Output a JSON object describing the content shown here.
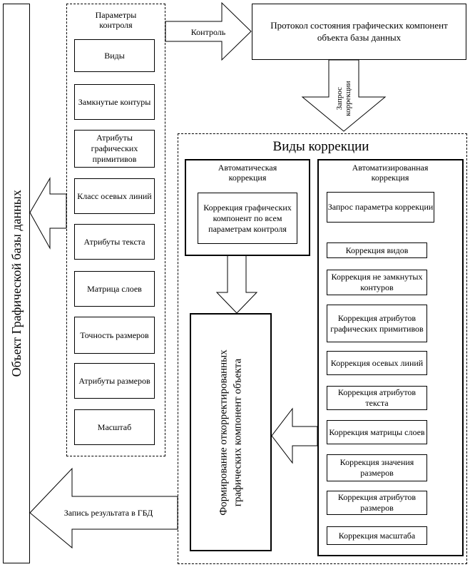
{
  "object_label": "Объект Графической базы данных",
  "params": {
    "title": "Параметры контроля",
    "items": [
      "Виды",
      "Замкнутые контуры",
      "Атрибуты графических примитивов",
      "Класс осевых линий",
      "Атрибуты текста",
      "Матрица слоев",
      "Точность размеров",
      "Атрибуты размеров",
      "Масштаб"
    ]
  },
  "control_label": "Контроль",
  "protocol": "Протокол состояния графических компонент объекта базы данных",
  "request_label": "Запрос коррекции",
  "correction_types": {
    "title": "Виды коррекции",
    "automatic": {
      "title": "Автоматическая коррекция",
      "item": "Коррекция графических компонент по всем параметрам контроля"
    },
    "automated": {
      "title": "Автоматизированная коррекция",
      "request": "Запрос параметра коррекции",
      "items": [
        "Коррекция видов",
        "Коррекция не замкнутых контуров",
        "Коррекция атрибутов графических примитивов",
        "Коррекция осевых линий",
        "Коррекция атрибутов текста",
        "Коррекция матрицы слоев",
        "Коррекция значения размеров",
        "Коррекция атрибутов размеров",
        "Коррекция масштаба"
      ]
    }
  },
  "forming": "Формирование откорректированных графических компонент объекта",
  "write_result": "Запись результата в ГБД"
}
